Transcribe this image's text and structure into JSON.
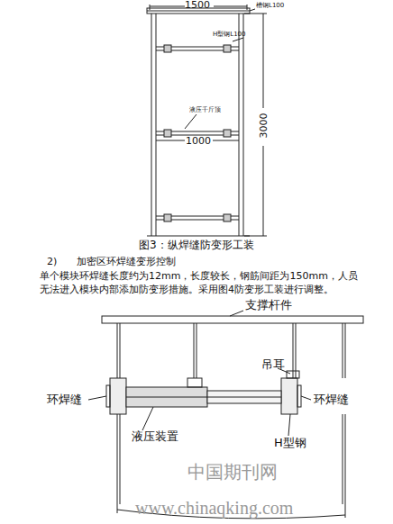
{
  "diagram": {
    "caption": "图3：纵焊缝防变形工装",
    "labels": [
      "1500",
      "槽钢L100",
      "H型钢L100",
      "液压千斤顶",
      "1000",
      "3000",
      "2)　　加密区环焊缝变形控制",
      "单个模块环焊缝长度约为12mm，长度较长，钢筋间距为150mm，人员无法进入模块内部添加防变形措施。采用图4防变形工装进行调整。",
      "支撑杆件",
      "吊耳",
      "环焊缝",
      "环焊缝",
      "液压装置",
      "H型钢",
      "中国期刊网",
      "www.chinaqking.com"
    ]
  }
}
